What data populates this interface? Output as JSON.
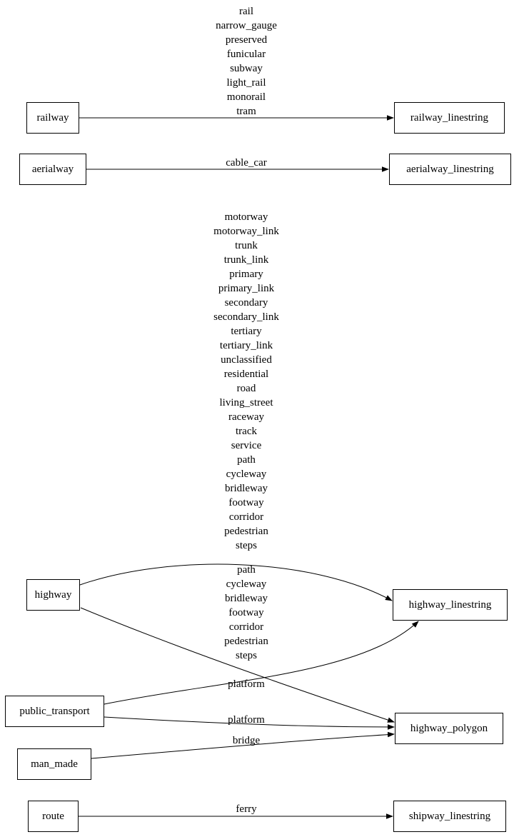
{
  "diagram": {
    "nodes": {
      "railway": {
        "label": "railway"
      },
      "aerialway": {
        "label": "aerialway"
      },
      "highway": {
        "label": "highway"
      },
      "public_transport": {
        "label": "public_transport"
      },
      "man_made": {
        "label": "man_made"
      },
      "route": {
        "label": "route"
      },
      "railway_linestring": {
        "label": "railway_linestring"
      },
      "aerialway_linestring": {
        "label": "aerialway_linestring"
      },
      "highway_linestring": {
        "label": "highway_linestring"
      },
      "highway_polygon": {
        "label": "highway_polygon"
      },
      "shipway_linestring": {
        "label": "shipway_linestring"
      }
    },
    "edges": {
      "railway_to_railway_linestring": {
        "from": "railway",
        "to": "railway_linestring",
        "label": "rail\nnarrow_gauge\npreserved\nfunicular\nsubway\nlight_rail\nmonorail\ntram"
      },
      "aerialway_to_aerialway_linestring": {
        "from": "aerialway",
        "to": "aerialway_linestring",
        "label": "cable_car"
      },
      "highway_to_highway_linestring": {
        "from": "highway",
        "to": "highway_linestring",
        "label": "motorway\nmotorway_link\ntrunk\ntrunk_link\nprimary\nprimary_link\nsecondary\nsecondary_link\ntertiary\ntertiary_link\nunclassified\nresidential\nroad\nliving_street\nraceway\ntrack\nservice\npath\ncycleway\nbridleway\nfootway\ncorridor\npedestrian\nsteps"
      },
      "highway_to_highway_polygon": {
        "from": "highway",
        "to": "highway_polygon",
        "label": "path\ncycleway\nbridleway\nfootway\ncorridor\npedestrian\nsteps"
      },
      "public_transport_to_highway_linestring": {
        "from": "public_transport",
        "to": "highway_linestring",
        "label": "platform"
      },
      "public_transport_to_highway_polygon": {
        "from": "public_transport",
        "to": "highway_polygon",
        "label": "platform"
      },
      "man_made_to_highway_polygon": {
        "from": "man_made",
        "to": "highway_polygon",
        "label": "bridge"
      },
      "route_to_shipway_linestring": {
        "from": "route",
        "to": "shipway_linestring",
        "label": "ferry"
      }
    },
    "colors": {
      "stroke": "#000000",
      "background": "#ffffff"
    }
  }
}
